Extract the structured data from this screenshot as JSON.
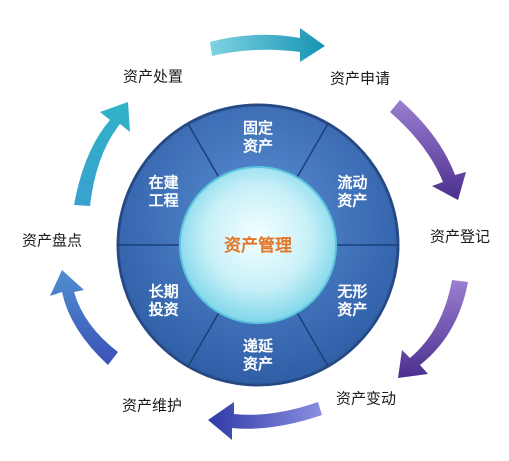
{
  "diagram": {
    "center_label": "资产管理",
    "segments": [
      {
        "line1": "固定",
        "line2": "资产"
      },
      {
        "line1": "流动",
        "line2": "资产"
      },
      {
        "line1": "无形",
        "line2": "资产"
      },
      {
        "line1": "递延",
        "line2": "资产"
      },
      {
        "line1": "长期",
        "line2": "投资"
      },
      {
        "line1": "在建",
        "line2": "工程"
      }
    ],
    "cycle_stages": [
      {
        "label": "资产申请"
      },
      {
        "label": "资产登记"
      },
      {
        "label": "资产变动"
      },
      {
        "label": "资产维护"
      },
      {
        "label": "资产盘点"
      },
      {
        "label": "资产处置"
      }
    ],
    "colors": {
      "ring": "#3f6fb6",
      "ring_border": "#2a4f8c",
      "center_light": "#e8fbff",
      "center_edge": "#7fd6ea",
      "arrow_teal": "#24a6c0",
      "arrow_purple": "#5f3ea6",
      "arrow_blue": "#3b4db3",
      "center_text": "#e2782a"
    }
  }
}
